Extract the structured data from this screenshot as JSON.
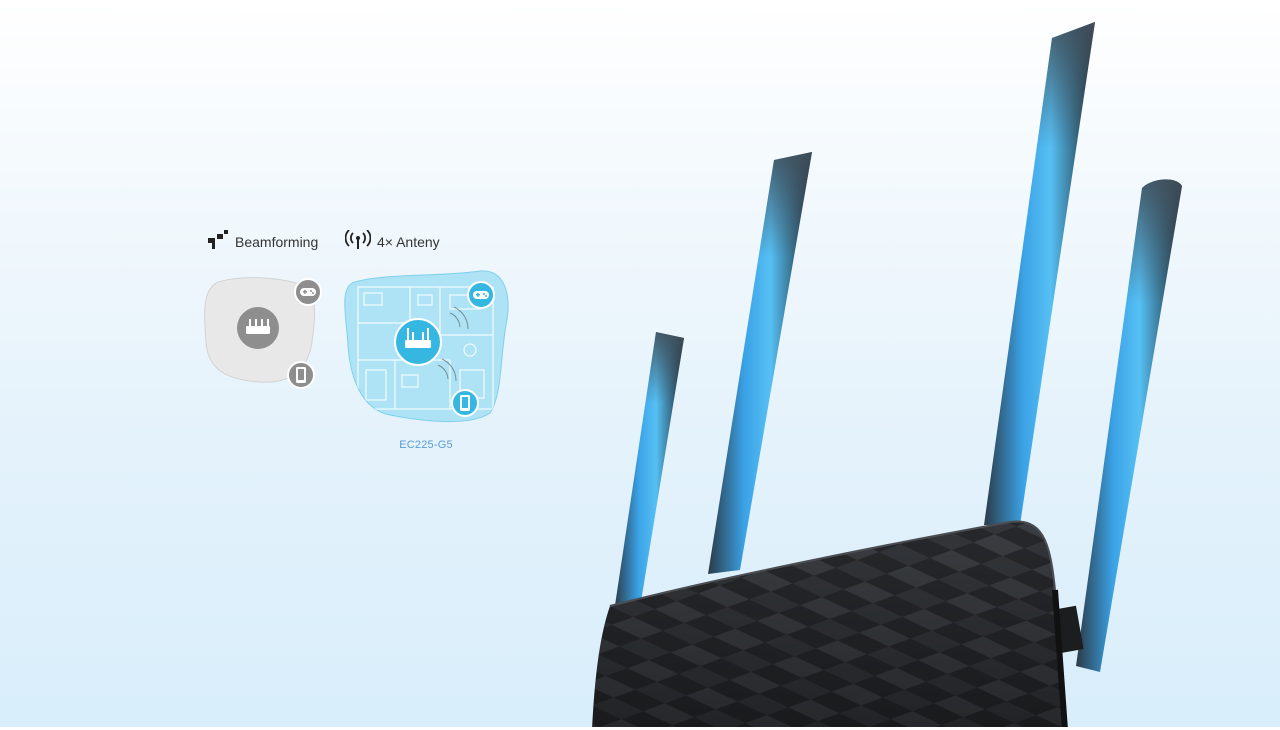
{
  "features": {
    "beamforming": {
      "label": "Beamforming",
      "icon": "beamforming-icon"
    },
    "antennas": {
      "label": "4× Anteny",
      "icon": "antenna-signal-icon",
      "model": "EC225-G5"
    }
  },
  "colors": {
    "accent": "#4fc3e8",
    "gray_blob": "#e6e6e6",
    "icon_gray": "#8f8f8f",
    "model_text": "#5b9bd5",
    "router_body": "#2b2d30",
    "antenna_blue": "#3a9ee0"
  }
}
